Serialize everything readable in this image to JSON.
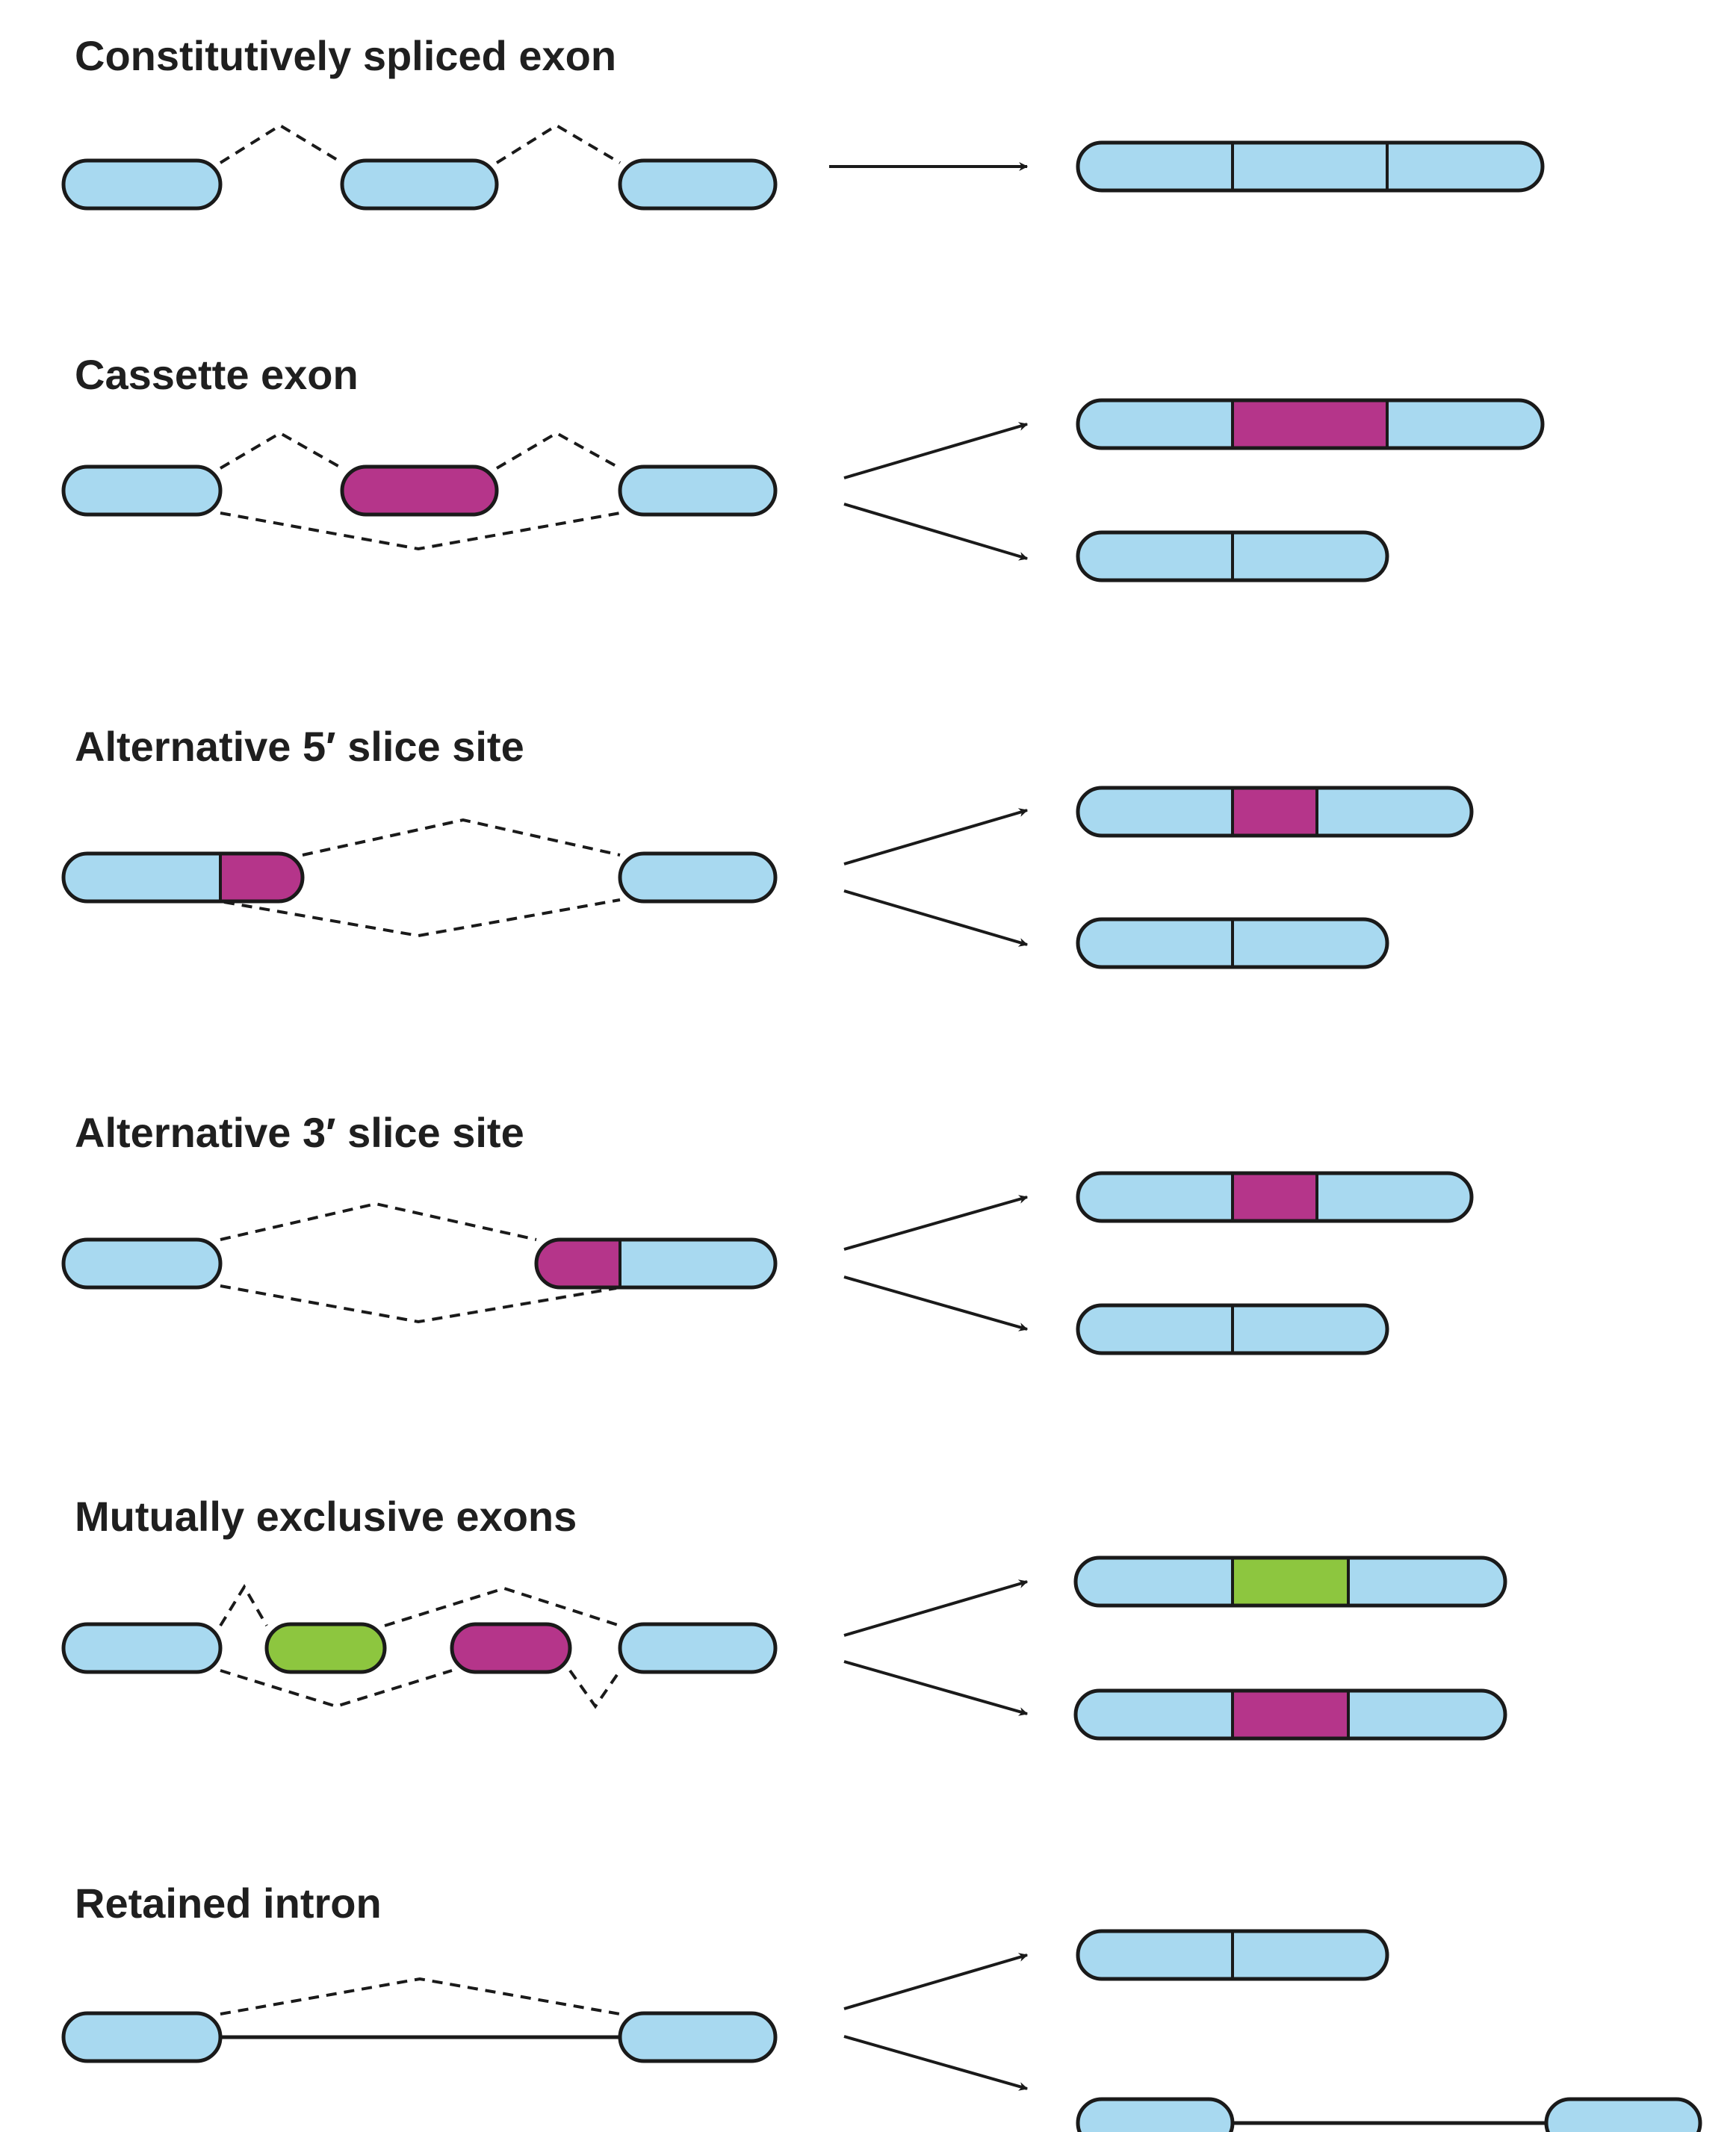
{
  "colors": {
    "constitutive_exon": "#a8d9f0",
    "alternative_exon": "#b5358a",
    "mutually_exclusive_exon": "#8dc63f",
    "outline": "#1a1a1a"
  },
  "panels": [
    {
      "id": "constitutive",
      "title": "Constitutively spliced exon"
    },
    {
      "id": "cassette",
      "title": "Cassette exon"
    },
    {
      "id": "alt5",
      "title": "Alternative 5′ slice site"
    },
    {
      "id": "alt3",
      "title": "Alternative 3′ slice site"
    },
    {
      "id": "mutex",
      "title": "Mutually exclusive exons"
    },
    {
      "id": "retained",
      "title": "Retained intron"
    }
  ]
}
